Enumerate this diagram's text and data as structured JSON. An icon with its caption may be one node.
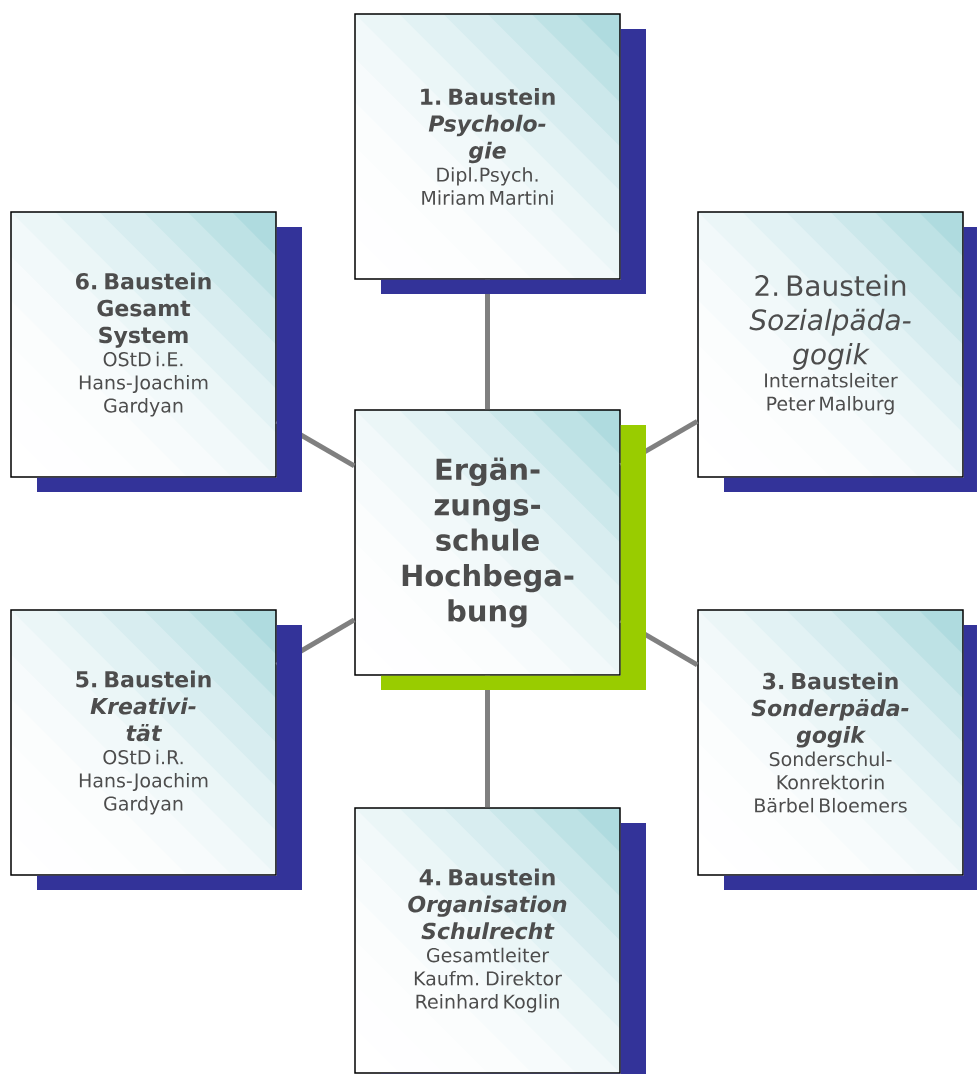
{
  "diagram": {
    "nodes": [
      {
        "text": [
          "1. Baustein",
          "Psycholo-gie",
          "Dipl.Psych. Miriam Martini"
        ]
      },
      {
        "text": [
          "6. Baustein",
          "Gesamt System",
          "OStD i.E. Hans-Joachim Gardyan"
        ]
      },
      {
        "text": [
          "2. Baustein",
          "Sozialpäda-gogik",
          "Internatsleiter Peter Malburg"
        ]
      },
      {
        "text": [
          "Ergän-zungs-schule Hochbega-bung"
        ]
      },
      {
        "text": [
          "5. Baustein",
          "Kreativi-tät",
          "OStD i.R. Hans-Joachim Gardyan"
        ]
      },
      {
        "text": [
          "3. Baustein",
          "Sonderpäda-gogik",
          "Sonderschul-Konrektorin Bärbel Bloemers"
        ]
      },
      {
        "text": [
          "4. Baustein",
          "Organisation Schulrecht",
          "Gesamtleiter Kaufm. Direktor Reinhard Koglin"
        ]
      }
    ],
    "edges": [
      {
        "from": 3,
        "to": 0,
        "arrow": "none"
      },
      {
        "from": 3,
        "to": 1,
        "arrow": "none"
      },
      {
        "from": 3,
        "to": 2,
        "arrow": "none"
      },
      {
        "from": 3,
        "to": 4,
        "arrow": "none"
      },
      {
        "from": 3,
        "to": 5,
        "arrow": "none"
      },
      {
        "from": 3,
        "to": 6,
        "arrow": "none"
      }
    ]
  }
}
